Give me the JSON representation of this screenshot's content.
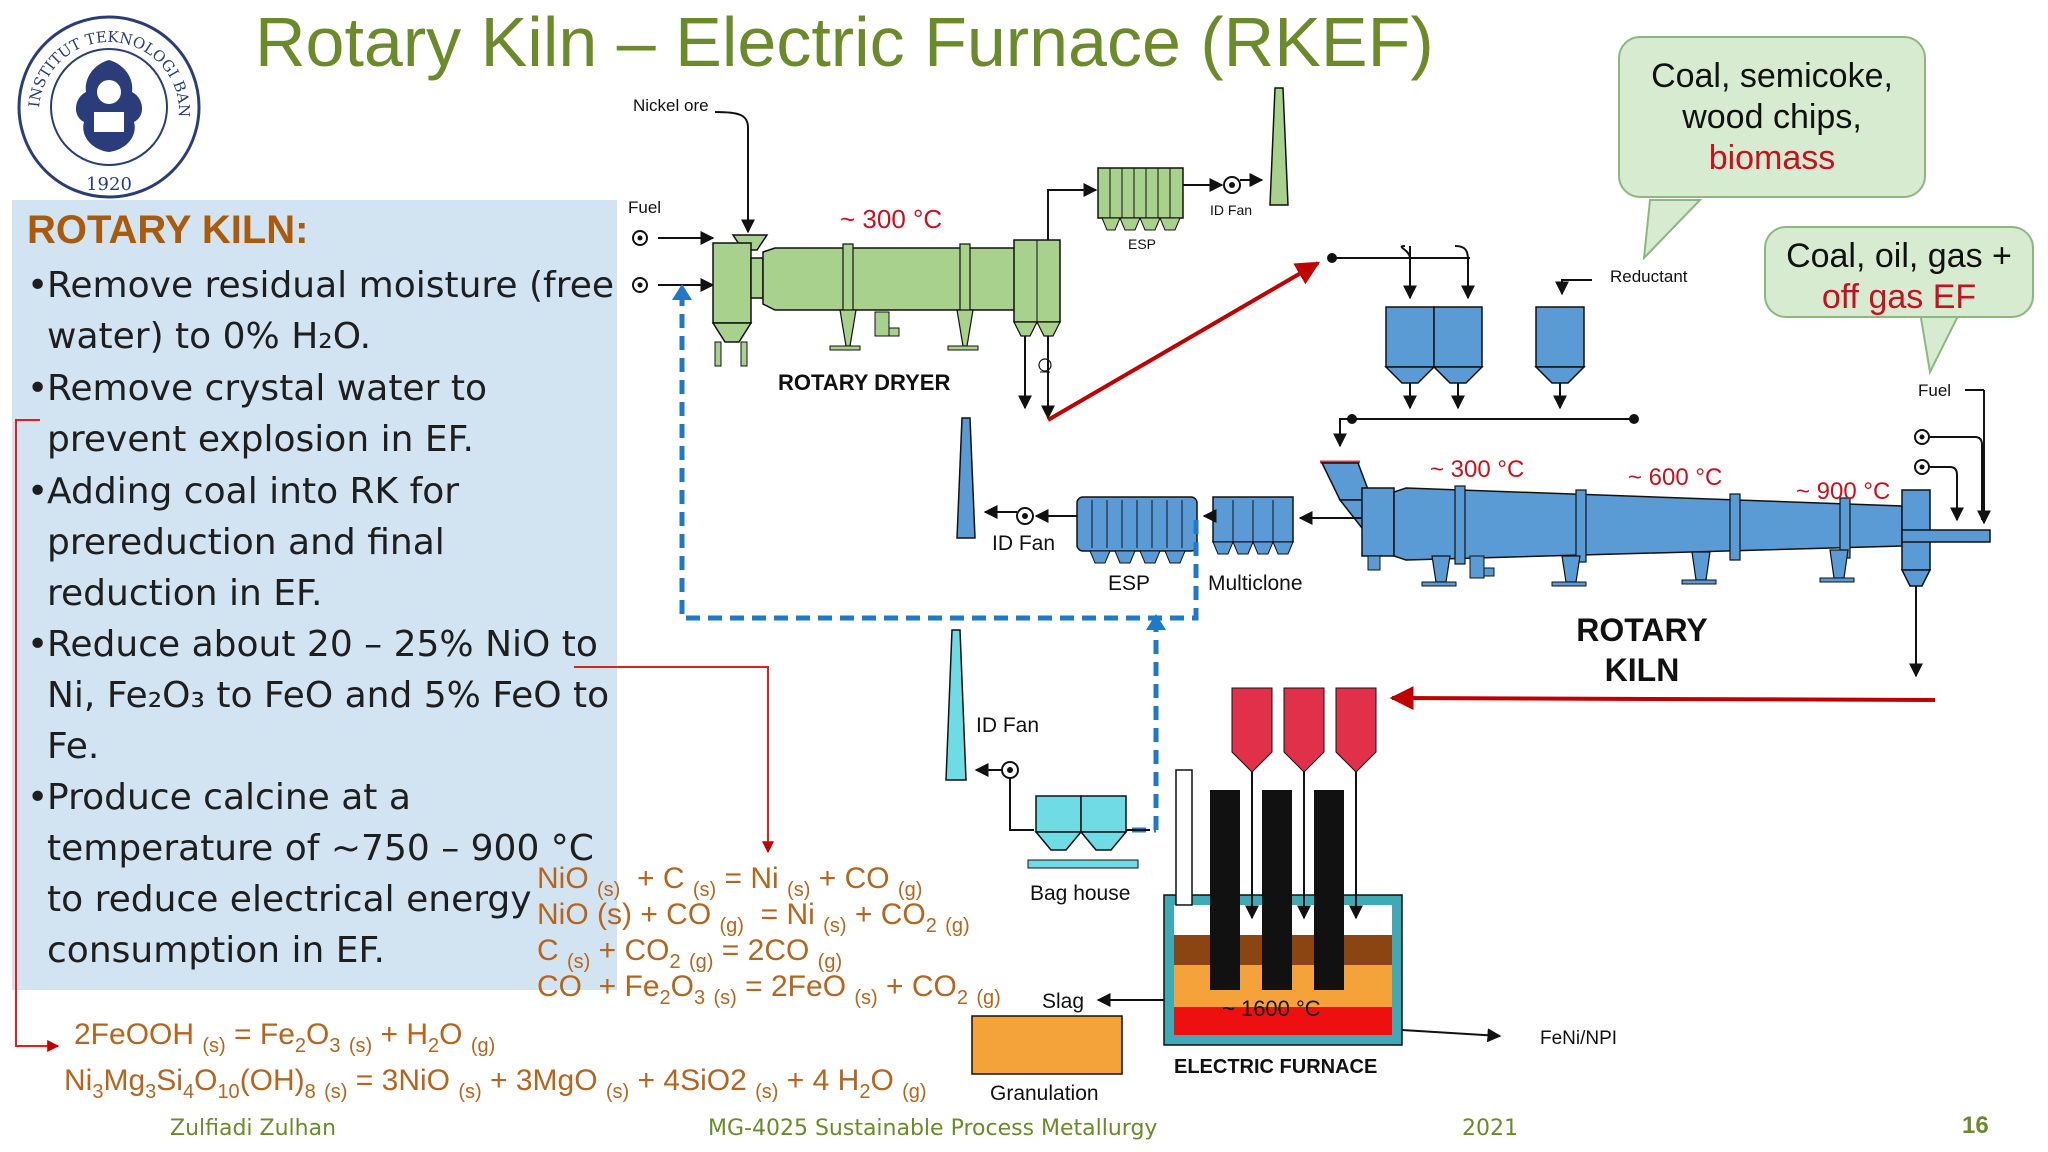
{
  "title": "Rotary Kiln – Electric Furnace (RKEF)",
  "logo": {
    "text_top": "INSTITUT TEKNOLOGI BANDUNG",
    "year": "1920"
  },
  "left_panel": {
    "heading": "ROTARY KILN:",
    "bullets": [
      [
        "Remove residual moisture (free",
        "water) to 0% H₂O."
      ],
      [
        "Remove crystal water to",
        "prevent explosion in EF."
      ],
      [
        "Adding coal into RK for",
        "prereduction and final",
        "reduction in EF."
      ],
      [
        "Reduce about 20 – 25% NiO to",
        "Ni, Fe₂O₃ to FeO and 5% FeO to",
        "Fe."
      ],
      [
        "Produce calcine at a",
        "temperature of ~750 – 900 °C",
        "to reduce electrical energy",
        "consumption in EF."
      ]
    ]
  },
  "bubbles": {
    "coal": {
      "line1": "Coal, semicoke,",
      "line2": "wood chips,",
      "line3": "biomass"
    },
    "oil": {
      "line1": "Coal, oil, gas +",
      "line2": "off gas EF"
    }
  },
  "labels": {
    "nickel_ore": "Nickel ore",
    "fuel": "Fuel",
    "temp_300_dryer": "~ 300 °C",
    "esp_top": "ESP",
    "id_fan_top": "ID Fan",
    "rotary_dryer": "ROTARY DRYER",
    "reductant": "Reductant",
    "fuel_right": "Fuel",
    "temp_300": "~ 300 °C",
    "temp_600": "~ 600 °C",
    "temp_900": "~ 900 °C",
    "id_fan_mid": "ID Fan",
    "esp_mid": "ESP",
    "multiclone": "Multiclone",
    "rotary_kiln_line1": "ROTARY",
    "rotary_kiln_line2": "KILN",
    "id_fan_low": "ID Fan",
    "bag_house": "Bag house",
    "slag": "Slag",
    "granulation": "Granulation",
    "temp_1600": "~ 1600 °C",
    "electric_furnace": "ELECTRIC FURNACE",
    "feni_npi": "FeNi/NPI"
  },
  "equations": [
    "NiO (s) + C (s) = Ni (s) + CO (g)",
    "NiO (s) + CO (g) = Ni (s) + CO2 (g)",
    "C (s) + CO2 (g) = 2CO (g)",
    "CO + Fe2O3 (s) = 2FeO (s) + CO2 (g)",
    "2FeOOH (s) = Fe2O3 (s) + H2O (g)",
    "Ni3Mg3Si4O10(OH)8 (s) = 3NiO (s) + 3MgO (s) + 4SiO2 (s) + 4 H2O (g)"
  ],
  "footer": {
    "author": "Zulfiadi Zulhan",
    "course": "MG-4025 Sustainable Process Metallurgy",
    "year": "2021",
    "page": "16"
  },
  "colors": {
    "title_green": "#6b8a2a",
    "dryer_green": "#a9d18e",
    "kiln_blue": "#5b9bd5",
    "furnace_red": "#e0304a",
    "cyan": "#6fdbe4",
    "arrow_red": "#c00000",
    "dashed_blue": "#1f78c8",
    "equation_brown": "#b5651d"
  }
}
